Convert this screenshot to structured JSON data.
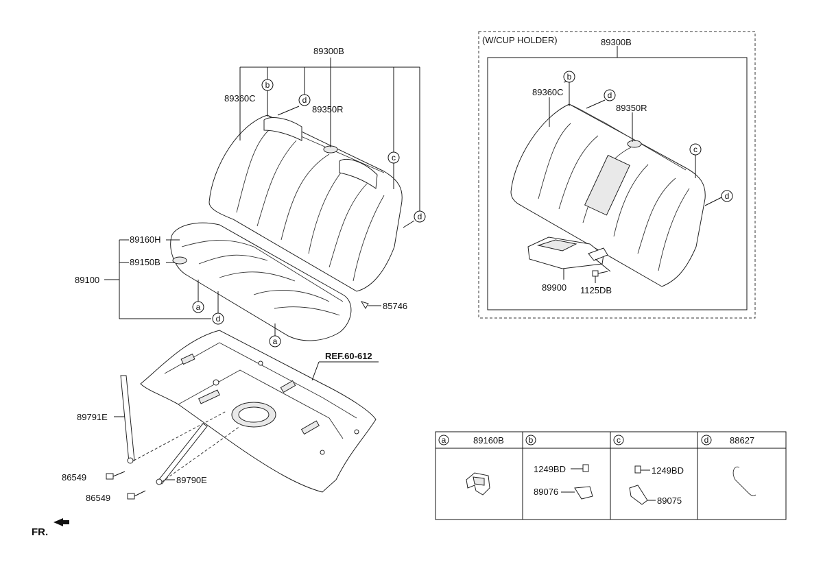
{
  "main": {
    "labels": {
      "seat_back": "89300B",
      "back_cover": "89360C",
      "headrest_guide": "89350R",
      "cushion_cover": "89160H",
      "cushion_pad": "89150B",
      "cushion_assy": "89100",
      "clip": "85746",
      "ref": "REF.60-612",
      "bracket_e": "89791E",
      "bolt_1": "86549",
      "bracket_790": "89790E",
      "bolt_2": "86549",
      "front": "FR."
    },
    "callouts": {
      "a": "a",
      "b": "b",
      "c": "c",
      "d": "d"
    }
  },
  "inset": {
    "title": "(W/CUP HOLDER)",
    "seat_back": "89300B",
    "back_cover": "89360C",
    "headrest_guide": "89350R",
    "cup_holder": "89900",
    "screw": "1125DB"
  },
  "legend": {
    "cells": [
      {
        "key": "a",
        "part": "89160B"
      },
      {
        "key": "b",
        "part": "",
        "sub": [
          "1249BD",
          "89076"
        ]
      },
      {
        "key": "c",
        "part": "",
        "sub": [
          "1249BD",
          "89075"
        ]
      },
      {
        "key": "d",
        "part": "88627"
      }
    ]
  }
}
